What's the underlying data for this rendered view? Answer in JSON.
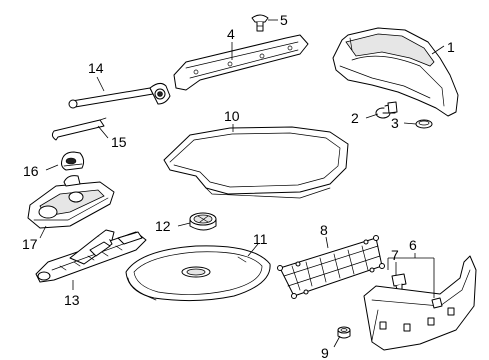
{
  "diagram": {
    "callouts": [
      {
        "id": "1",
        "text": "1"
      },
      {
        "id": "2",
        "text": "2"
      },
      {
        "id": "3",
        "text": "3"
      },
      {
        "id": "4",
        "text": "4"
      },
      {
        "id": "5",
        "text": "5"
      },
      {
        "id": "6",
        "text": "6"
      },
      {
        "id": "7",
        "text": "7"
      },
      {
        "id": "8",
        "text": "8"
      },
      {
        "id": "9",
        "text": "9"
      },
      {
        "id": "10",
        "text": "10"
      },
      {
        "id": "11",
        "text": "11"
      },
      {
        "id": "12",
        "text": "12"
      },
      {
        "id": "13",
        "text": "13"
      },
      {
        "id": "14",
        "text": "14"
      },
      {
        "id": "15",
        "text": "15"
      },
      {
        "id": "16",
        "text": "16"
      },
      {
        "id": "17",
        "text": "17"
      }
    ],
    "colors": {
      "line": "#000000",
      "background": "#ffffff",
      "shade": "#e6e6e6"
    }
  }
}
